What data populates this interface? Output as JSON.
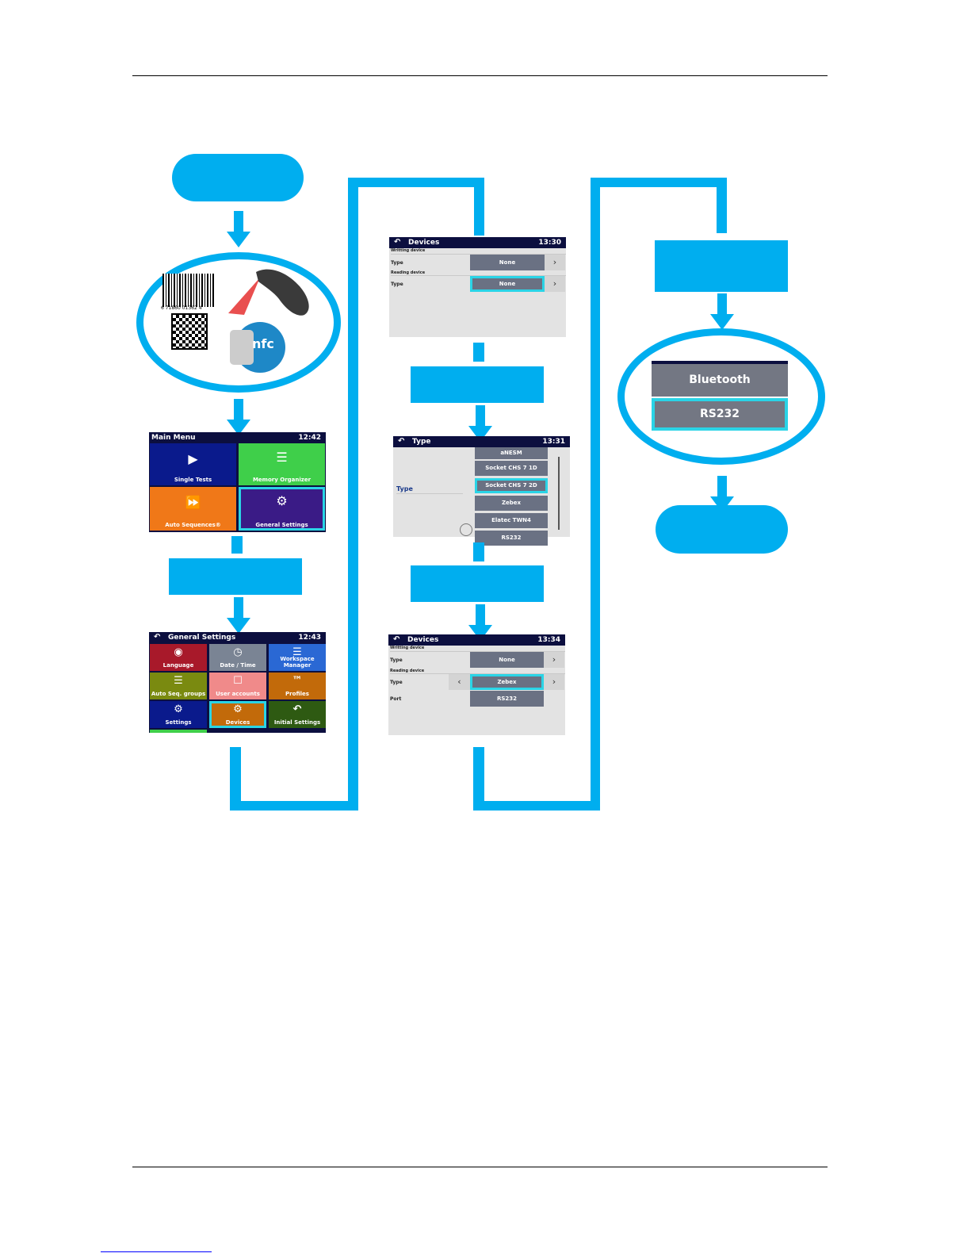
{
  "screens": {
    "devices1": {
      "title": "Devices",
      "time": "13:30",
      "writing_header": "Writting device",
      "writing_type_label": "Type",
      "writing_type_value": "None",
      "reading_header": "Reading device",
      "reading_type_label": "Type",
      "reading_type_value": "None"
    },
    "main_menu": {
      "title": "Main Menu",
      "time": "12:42",
      "tiles": [
        {
          "label": "Single Tests",
          "color": "#0a1a8c"
        },
        {
          "label": "Memory Organizer",
          "color": "#3fcf4a"
        },
        {
          "label": "Auto Sequences®",
          "color": "#f07818"
        },
        {
          "label": "General Settings",
          "color": "#3a1b86"
        }
      ]
    },
    "general_settings": {
      "title": "General Settings",
      "time": "12:43",
      "tiles": [
        {
          "label": "Language",
          "color": "#a8192a"
        },
        {
          "label": "Date / Time",
          "color": "#7a8494"
        },
        {
          "label": "Workspace Manager",
          "color": "#2a68d4"
        },
        {
          "label": "Auto Seq. groups",
          "color": "#7a8a10"
        },
        {
          "label": "User accounts",
          "color": "#f08a8a"
        },
        {
          "label": "Profiles",
          "color": "#c26a0a"
        },
        {
          "label": "Settings",
          "color": "#0a1a8c"
        },
        {
          "label": "Devices",
          "color": "#c26a0a"
        },
        {
          "label": "Initial Settings",
          "color": "#2e5a12"
        }
      ]
    },
    "type_list": {
      "title": "Type",
      "time": "13:31",
      "side_label": "Type",
      "items": [
        "aNESM",
        "Socket CHS 7 1D",
        "Socket CHS 7 2D",
        "Zebex",
        "Elatec TWN4",
        "RS232"
      ]
    },
    "devices2": {
      "title": "Devices",
      "time": "13:34",
      "writing_header": "Writting device",
      "writing_type_label": "Type",
      "writing_type_value": "None",
      "reading_header": "Reading device",
      "reading_type_label": "Type",
      "reading_type_value": "Zebex",
      "port_label": "Port",
      "port_value": "RS232"
    }
  },
  "barcode_digits": "6 71860 01362 4",
  "nfc_label": "nfc",
  "port_options": [
    "Bluetooth",
    "RS232"
  ],
  "accent_color": "#00aeef",
  "highlight_color": "#2ad4e6"
}
